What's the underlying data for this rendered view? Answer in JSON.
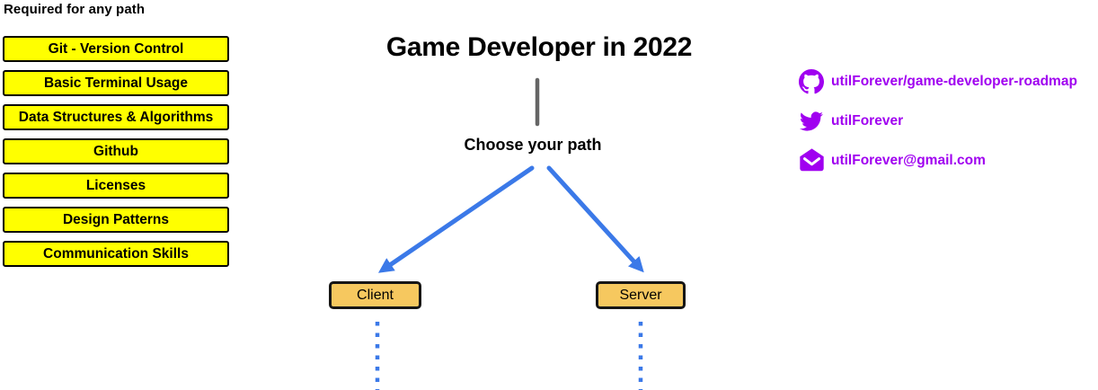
{
  "colors": {
    "yellow": "#FFFF00",
    "node-tan": "#F6C85F",
    "arrow-blue": "#3B79E8",
    "contact-purple": "#A000F0",
    "line-gray": "#666666",
    "ink": "#000000"
  },
  "required_section": {
    "heading": "Required for any path",
    "items": [
      "Git - Version Control",
      "Basic Terminal Usage",
      "Data Structures & Algorithms",
      "Github",
      "Licenses",
      "Design Patterns",
      "Communication Skills"
    ]
  },
  "main": {
    "title": "Game Developer in 2022",
    "choose_label": "Choose your path",
    "paths": [
      {
        "label": "Client"
      },
      {
        "label": "Server"
      }
    ]
  },
  "contacts": {
    "items": [
      {
        "icon": "github-icon",
        "label": "utilForever/game-developer-roadmap"
      },
      {
        "icon": "twitter-icon",
        "label": "utilForever"
      },
      {
        "icon": "mail-icon",
        "label": "utilForever@gmail.com"
      }
    ]
  }
}
